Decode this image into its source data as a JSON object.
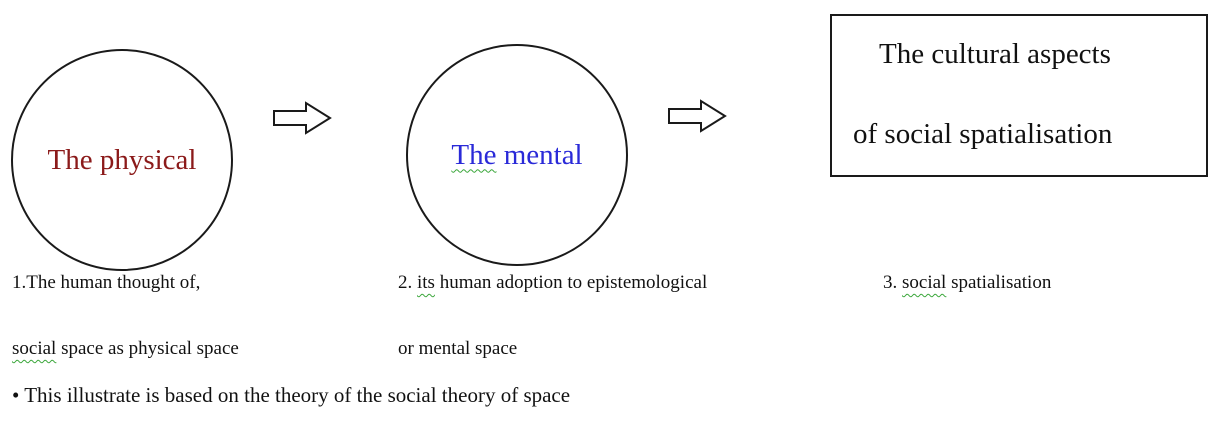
{
  "nodes": {
    "physical": {
      "label": "The physical",
      "color": "#8b1a1a"
    },
    "mental": {
      "label_word1": "The",
      "label_word2": "mental",
      "color": "#2a2ad8"
    },
    "cultural": {
      "line1": "The cultural aspects",
      "line2": "of social spatialisation"
    }
  },
  "arrows": [
    {
      "name": "right-arrow-icon"
    },
    {
      "name": "right-arrow-icon"
    }
  ],
  "captions": {
    "step1": {
      "line1": "1.The human thought of,",
      "line2_word1": "social",
      "line2_rest": " space as physical space"
    },
    "step2": {
      "line1_prefix": "2. ",
      "line1_word": "its",
      "line1_rest": " human adoption to epistemological",
      "line2": "or mental space"
    },
    "step3": {
      "line1_prefix": "3. ",
      "line1_word": "social",
      "line1_rest": " spatialisation"
    }
  },
  "note": {
    "bullet": "•",
    "text": " This illustrate is based on the theory of the social theory of space"
  },
  "colors": {
    "physical_text": "#8b1a1a",
    "mental_text": "#2a2ad8",
    "spellcheck_underline": "#3aa63a"
  }
}
